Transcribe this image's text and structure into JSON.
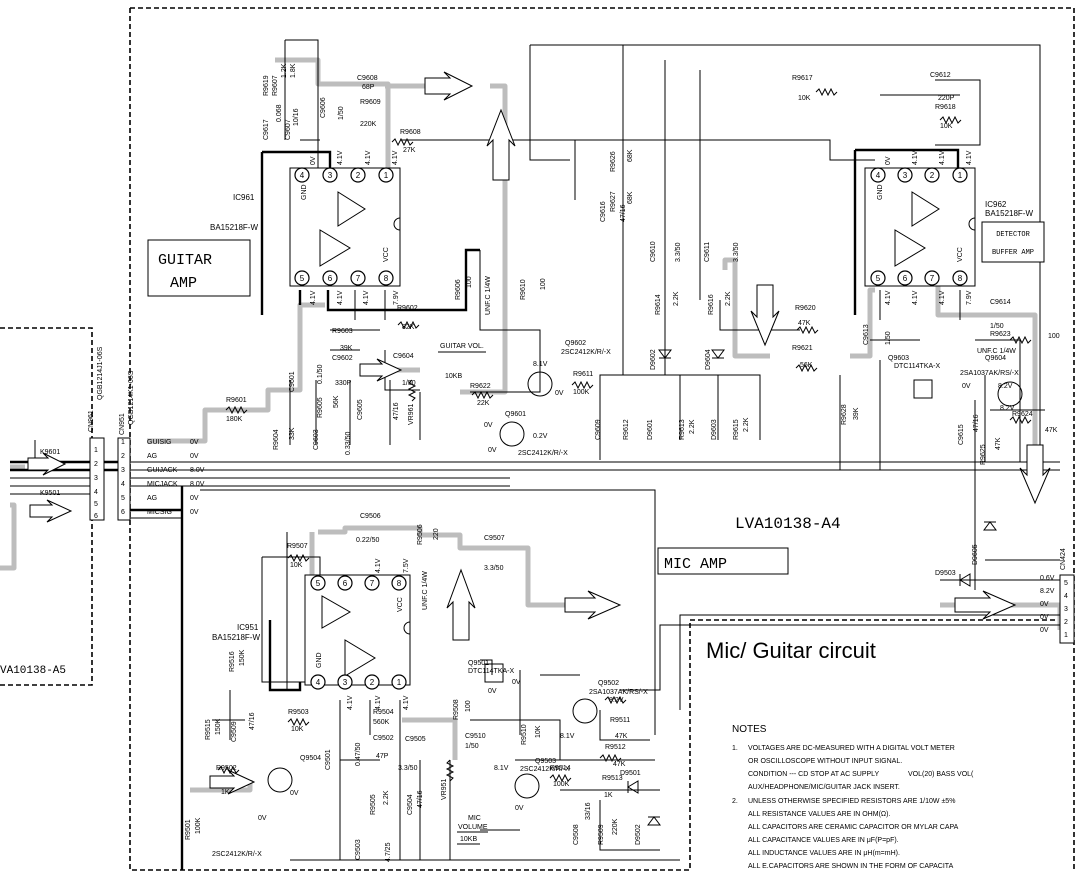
{
  "boards": {
    "main_id": "LVA10138-A4",
    "left_id": "VA10138-A5"
  },
  "blocks": {
    "guitar_amp_1": "GUITAR",
    "guitar_amp_2": "AMP",
    "mic_amp": "MIC AMP",
    "detector_1": "DETECTOR",
    "detector_2": "BUFFER AMP",
    "section_title": "Mic/ Guitar circuit"
  },
  "ics": {
    "ic961_ref": "IC961",
    "ic961_part": "BA15218F-W",
    "ic962_ref": "IC962",
    "ic962_part": "BA15218F-W",
    "ic951_ref": "IC951",
    "ic951_part": "BA15218F-W"
  },
  "connectors": {
    "cn961": "CN961",
    "cn961_part": "QGB1214J1-06S",
    "cn951": "CN951",
    "cn951_part": "QGB1214K1-06S",
    "cn424": "CN424",
    "k9501": "K9501",
    "k9601": "K9601"
  },
  "cn951_pins": [
    {
      "pin": "1",
      "label": "GUISIG",
      "volt": "0V"
    },
    {
      "pin": "2",
      "label": "AG",
      "volt": "0V"
    },
    {
      "pin": "3",
      "label": "GUIJACK",
      "volt": "8.0V"
    },
    {
      "pin": "4",
      "label": "MICJACK",
      "volt": "8.0V"
    },
    {
      "pin": "5",
      "label": "AG",
      "volt": "0V"
    },
    {
      "pin": "6",
      "label": "MICSIG",
      "volt": "0V"
    }
  ],
  "cn424_pins": [
    {
      "pin": "5",
      "volt": "0.6V"
    },
    {
      "pin": "4",
      "volt": "8.2V"
    },
    {
      "pin": "3",
      "volt": "0V"
    },
    {
      "pin": "2",
      "volt": "0V"
    },
    {
      "pin": "1",
      "volt": "0V"
    }
  ],
  "ic961_pins": {
    "p4": "4",
    "p3": "3",
    "p2": "2",
    "p1": "1",
    "p5": "5",
    "p6": "6",
    "p7": "7",
    "p8": "8",
    "gnd": "GND",
    "vcc": "VCC",
    "v0": "0V",
    "v41": "4.1V",
    "v79": "7.9V"
  },
  "ic962_pins": {
    "p4": "4",
    "p3": "3",
    "p2": "2",
    "p1": "1",
    "p5": "5",
    "p6": "6",
    "p7": "7",
    "p8": "8",
    "gnd": "GND",
    "vcc": "VCC",
    "v0": "0V",
    "v41": "4.1V",
    "v79": "7.9V"
  },
  "ic951_pins": {
    "p5": "5",
    "p6": "6",
    "p7": "7",
    "p8": "8",
    "p4": "4",
    "p3": "3",
    "p2": "2",
    "p1": "1",
    "gnd": "GND",
    "vcc": "VCC",
    "v41": "4.1V",
    "v75": "7.5V"
  },
  "parts": {
    "r9619": "R9619",
    "r9619v": "1.2K",
    "r9607": "R9607",
    "r9607v": "1.8K",
    "c9617": "C9617",
    "c9617v": "0.068",
    "c9607": "C9607",
    "c9607v": "10/16",
    "c9606": "C9606",
    "c9606v": "1/50",
    "c9608": "C9608",
    "c9608v": "68P",
    "r9609": "R9609",
    "r9609v": "220K",
    "r9608": "R9608",
    "r9608v": "27K",
    "r9617": "R9617",
    "r9617v": "10K",
    "c9612": "C9612",
    "c9612v": "220P",
    "r9618": "R9618",
    "r9618v": "10K",
    "c9616": "C9616",
    "c9616v": "47/16",
    "r9626": "R9626",
    "r9626v": "68K",
    "r9627": "R9627",
    "r9627v": "68K",
    "c9610": "C9610",
    "c9610v": "3.3/50",
    "c9611": "C9611",
    "c9611v": "3.3/50",
    "r9614": "R9614",
    "r9614v": "2.2K",
    "r9616": "R9616",
    "r9616v": "2.2K",
    "d9602": "D9602",
    "d9604": "D9604",
    "r9620": "R9620",
    "r9620v": "47K",
    "r9621": "R9621",
    "r9621v": "56K",
    "c9613": "C9613",
    "c9613v": "1/50",
    "c9614": "C9614",
    "c9614v": "1/50",
    "r9623": "R9623",
    "r9623v": "100",
    "unfc_a": "UNF.C 1/4W",
    "q9603": "Q9603",
    "q9603p": "DTC114TKA-X",
    "q9604": "Q9604",
    "q9604p": "2SA1037AK/RS/-X",
    "v82a": "8.2V",
    "v82b": "8.2V",
    "v0q": "0V",
    "r9624": "R9624",
    "r9624v": "47K",
    "r9625": "R9625",
    "r9625v": "47K",
    "c9615": "C9615",
    "c9615v": "47/16",
    "r9628": "R9628",
    "r9628v": "39K",
    "d9605": "D9605",
    "d9503": "D9503",
    "r9606": "R9606",
    "r9606v": "100",
    "unfc_b": "UNF.C 1/4W",
    "r9610": "R9610",
    "r9610v": "100",
    "r9602": "R9602",
    "r9602v": "82K",
    "r9603": "R9603",
    "r9603v": "39K",
    "c9602": "C9602",
    "c9602v": "330P",
    "c9604": "C9604",
    "c9604v": "1/50",
    "guitar_vol": "GUITAR VOL.",
    "vr961": "VR961",
    "vr961v": "10KB",
    "r9622": "R9622",
    "r9622v": "22K",
    "q9602": "Q9602",
    "q9602p": "2SC2412K/R/-X",
    "v81": "8.1V",
    "v0a": "0V",
    "r9611": "R9611",
    "r9611v": "100K",
    "q9601": "Q9601",
    "q9601p": "2SC2412K/R/-X",
    "v02": "0.2V",
    "v0b": "0V",
    "v0c": "0V",
    "c9609": "C9609",
    "r9612": "R9612",
    "d9601": "D9601",
    "r9613": "R9613",
    "r9613v": "2.2K",
    "d9603": "D9603",
    "r9615": "R9615",
    "r9615v": "2.2K",
    "c9601": "C9601",
    "c9601v": "0.1/50",
    "r9601": "R9601",
    "r9601v": "180K",
    "r9604": "R9604",
    "r9604v": "33K",
    "r9605": "R9605",
    "r9605v": "56K",
    "c9603": "C9603",
    "c9603v": "0.33/50",
    "c9605": "C9605",
    "c9605v": "47/16",
    "c9506": "C9506",
    "c9506v": "0.22/50",
    "r9506": "R9506",
    "r9506v": "220",
    "unfc_c": "UNF.C 1/4W",
    "c9507": "C9507",
    "c9507v": "3.3/50",
    "r9507": "R9507",
    "r9507v": "10K",
    "q9501": "Q9501",
    "q9501p": "DTC114TKA-X",
    "v0d": "0V",
    "v0e": "0V",
    "q9502": "Q9502",
    "q9502p": "2SA1037AK/RS/-X",
    "v82c": "8.2V",
    "v81b": "8.1V",
    "r9511": "R9511",
    "r9511v": "47K",
    "r9512": "R9512",
    "r9512v": "47K",
    "r9510": "R9510",
    "r9510v": "10K",
    "r9516": "R9516",
    "r9516v": "150K",
    "r9515": "R9515",
    "r9515v": "150K",
    "c9509": "C9509",
    "c9509v": "47/16",
    "r9503": "R9503",
    "r9503v": "10K",
    "c9501": "C9501",
    "c9501v": "0.47/50",
    "r9504": "R9504",
    "r9504v": "560K",
    "c9502": "C9502",
    "c9502v": "47P",
    "c9505": "C9505",
    "c9505v": "3.3/50",
    "r9508": "R9508",
    "r9508v": "100",
    "c9510": "C9510",
    "c9510v": "1/50",
    "r9513": "R9513",
    "r9513v": "1K",
    "q9503": "Q9503",
    "q9503p": "2SC2412K/R/-X",
    "v81c": "8.1V",
    "v0f": "0V",
    "r9514": "R9514",
    "r9514v": "100K",
    "d9501": "D9501",
    "r9502": "R9502",
    "r9502v": "1K",
    "r9501": "R9501",
    "r9501v": "100K",
    "q9504": "Q9504",
    "q9504p": "2SC2412K/R/-X",
    "v0g": "0V",
    "v0h": "0V",
    "r9505": "R9505",
    "r9505v": "2.2K",
    "c9503": "C9503",
    "c9503v": "4.7/25",
    "c9504": "C9504",
    "c9504v": "47/16",
    "vr951": "VR951",
    "mic_volume_1": "MIC",
    "mic_volume_2": "VOLUME",
    "mic_volume_3": "10KB",
    "c9508": "C9508",
    "c9508v": "33/16",
    "r9509": "R9509",
    "r9509v": "220K",
    "d9502": "D9502"
  },
  "notes": {
    "title": "NOTES",
    "n1_num": "1.",
    "n1_a": "VOLTAGES ARE DC-MEASURED WITH A DIGITAL VOLT METER",
    "n1_b": "OR OSCILLOSCOPE WITHOUT INPUT SIGNAL.",
    "n1_c": "CONDITION --- CD STOP AT AC SUPPLY",
    "n1_c2": "VOL(20)  BASS VOL(",
    "n1_d": "AUX/HEADPHONE/MIC/GUITAR JACK INSERT.",
    "n2_num": "2.",
    "n2_a": "UNLESS OTHERWISE SPECIFIED   RESISTORS ARE 1/10W ±5%",
    "n2_b": "ALL RESISTANCE VALUES ARE IN OHM(Ω).",
    "n2_c": "ALL CAPACITORS ARE CERAMIC CAPACITOR   OR MYLAR CAPA",
    "n2_d": "ALL CAPACITANCE VALUES ARE IN μF(P=pF).",
    "n2_e": "ALL INDUCTANCE VALUES ARE IN μH(m=mH).",
    "n2_f": "ALL E.CAPACITORS ARE SHOWN IN THE FORM   OF CAPACITA"
  }
}
